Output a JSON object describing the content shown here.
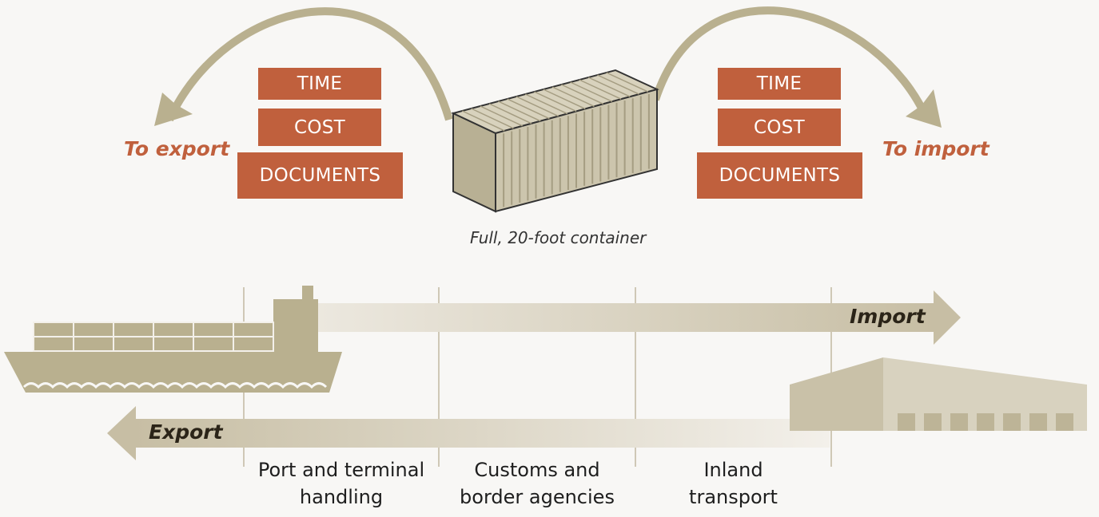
{
  "export_side": {
    "direction_label": "To export",
    "boxes": [
      "TIME",
      "COST",
      "DOCUMENTS"
    ]
  },
  "import_side": {
    "direction_label": "To import",
    "boxes": [
      "TIME",
      "COST",
      "DOCUMENTS"
    ]
  },
  "container": {
    "caption": "Full, 20-foot container"
  },
  "flows": {
    "import_label": "Import",
    "export_label": "Export"
  },
  "stages": [
    {
      "line1": "Port and terminal",
      "line2": "handling"
    },
    {
      "line1": "Customs and",
      "line2": "border agencies"
    },
    {
      "line1": "Inland",
      "line2": "transport"
    }
  ],
  "colors": {
    "accent": "#c0603d",
    "khaki": "#c7bea4",
    "khaki_dark": "#b9b08f",
    "background": "#f8f7f5"
  }
}
